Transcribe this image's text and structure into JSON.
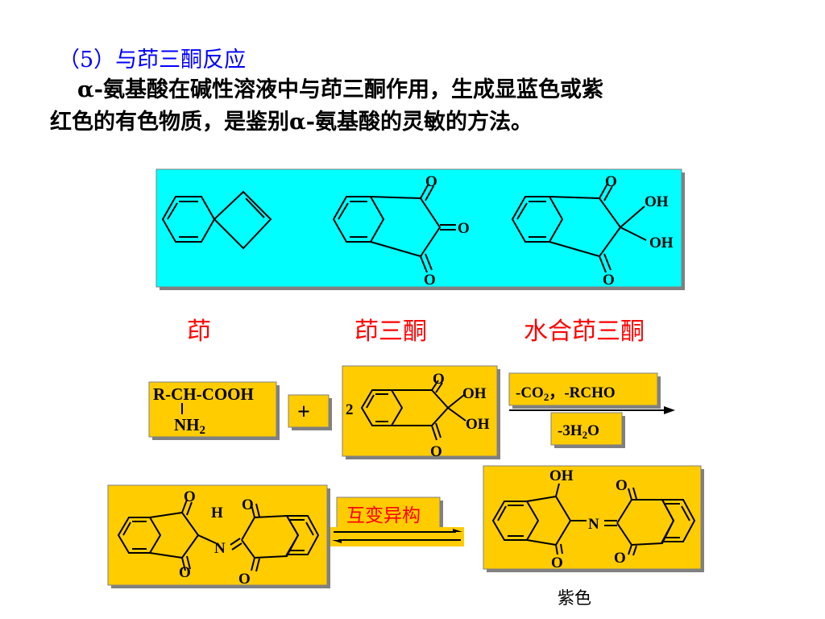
{
  "heading": "（5）与茚三酮反应",
  "paragraph_line1": "α-氨基酸在碱性溶液中与茚三酮作用，生成显蓝色或紫",
  "paragraph_line2": "红色的有色物质，是鉴别α-氨基酸的灵敏的方法。",
  "structures": {
    "indene_label": "茚",
    "ninhydrin_ketone_label": "茚三酮",
    "hydrated_ninhydrin_label": "水合茚三酮"
  },
  "reaction": {
    "amino_acid_top": "R-CH-COOH",
    "amino_acid_bottom": "NH",
    "amino_acid_sub": "2",
    "plus": "+",
    "coefficient": "2",
    "condition_top_a": "-CO",
    "condition_top_sub": "2",
    "condition_top_b": "，-RCHO",
    "condition_bottom_a": "-3H",
    "condition_bottom_sub": "2",
    "condition_bottom_b": "O",
    "tautomer_label": "互变异构",
    "product_caption": "紫色"
  },
  "atoms": {
    "O": "O",
    "OH": "OH",
    "N": "N",
    "H": "H"
  },
  "colors": {
    "cyan_panel": "#00ffff",
    "yellow_panel": "#ffcc00",
    "heading_blue": "#0000ff",
    "label_red": "#ff0000"
  }
}
